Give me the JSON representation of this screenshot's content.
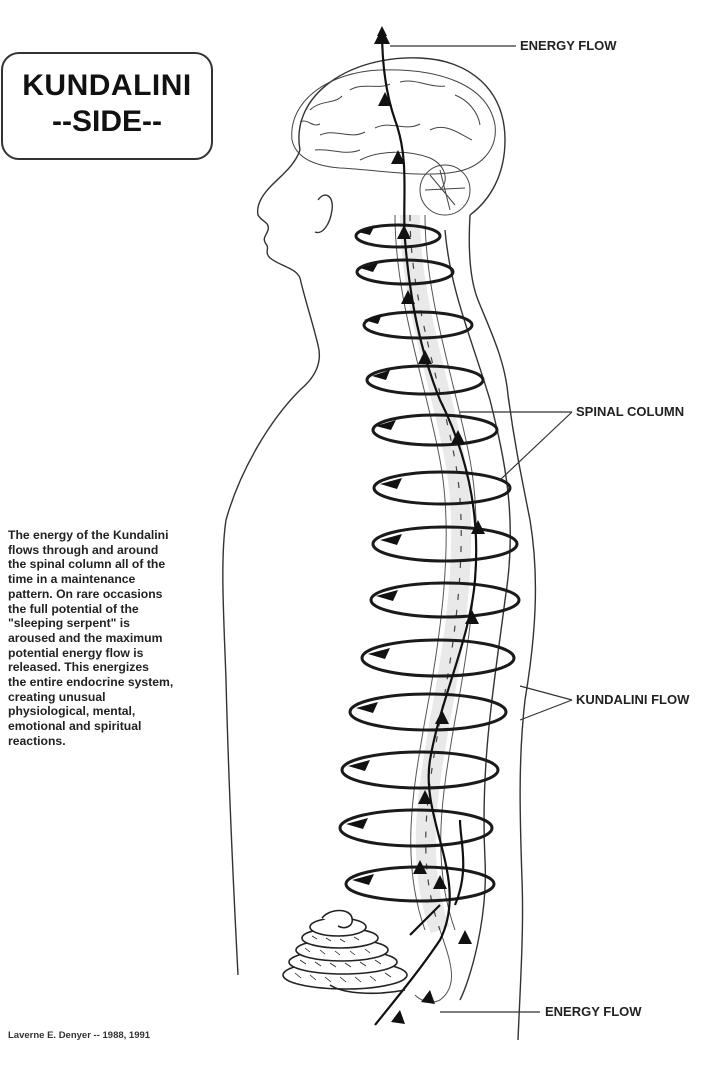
{
  "title": {
    "line1": "KUNDALINI",
    "line2": "--SIDE--"
  },
  "labels": {
    "energy_flow_top": "ENERGY FLOW",
    "spinal_column": "SPINAL COLUMN",
    "kundalini_flow": "KUNDALINI FLOW",
    "energy_flow_bottom": "ENERGY FLOW"
  },
  "description_lines": [
    "The energy of the Kundalini",
    "flows through and around",
    "the spinal column all of the",
    "time in a maintenance",
    "pattern.  On rare occasions",
    "the full potential of the",
    "\"sleeping serpent\" is",
    "aroused and the maximum",
    "potential energy flow is",
    "released.  This energizes",
    "the entire endocrine system,",
    "creating unusual",
    "physiological, mental,",
    "emotional and spiritual",
    "reactions."
  ],
  "credit": "Laverne E. Denyer -- 1988, 1991"
}
